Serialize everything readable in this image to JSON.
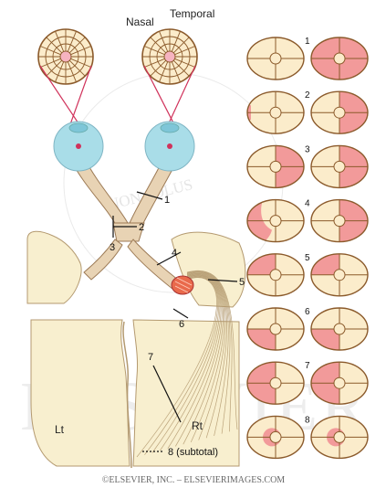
{
  "header": {
    "nasal": "Nasal",
    "temporal": "Temporal"
  },
  "labels": {
    "side_left": "Lt",
    "side_right": "Rt",
    "n1": "1",
    "n2": "2",
    "n3": "3",
    "n4": "4",
    "n5": "5",
    "n6": "6",
    "n7": "7",
    "n8": "8 (subtotal)"
  },
  "field_rows": [
    {
      "num": "1",
      "left": "normal",
      "right": "full"
    },
    {
      "num": "2",
      "left": "nasal-sliver",
      "right": "temporal-half"
    },
    {
      "num": "3",
      "left": "temporal-half",
      "right": "temporal-half"
    },
    {
      "num": "4",
      "left": "left-partial",
      "right": "temporal-half"
    },
    {
      "num": "5",
      "left": "upper-left-quadrant",
      "right": "upper-left-quadrant"
    },
    {
      "num": "6",
      "left": "lower-left-quadrant",
      "right": "lower-left-quadrant"
    },
    {
      "num": "7",
      "left": "left-half",
      "right": "left-half"
    },
    {
      "num": "8",
      "left": "central-spot",
      "right": "central-spot"
    }
  ],
  "watermark": {
    "motto": "NON SOLUS",
    "big": "ELSEVIER",
    "footer": "©ELSEVIER, INC. – ELSEVIERIMAGES.COM"
  },
  "colors": {
    "field_fill": "#fbeccb",
    "field_stroke": "#8b5a2b",
    "defect": "#f29a9a",
    "eye": "#a9dde8",
    "brain": "#f8efcf",
    "optic_tract": "#e8d3b4",
    "pink_line": "#d0325b"
  }
}
